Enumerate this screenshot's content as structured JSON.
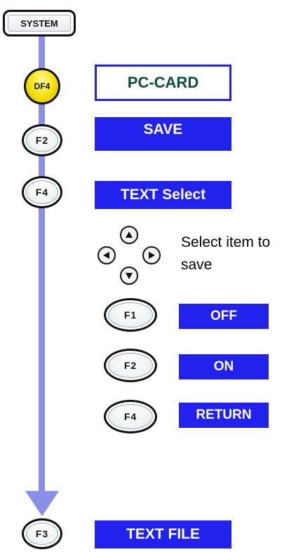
{
  "steps": {
    "system": "SYSTEM",
    "df4": "DF4",
    "f2": "F2",
    "f4": "F4",
    "f3": "F3"
  },
  "labels": {
    "pc_card": "PC-CARD",
    "save": "SAVE",
    "text_select": "TEXT Select",
    "text_file": "TEXT FILE"
  },
  "cursor_instruction": "Select item to save",
  "options": [
    {
      "key": "F1",
      "label": "OFF"
    },
    {
      "key": "F2",
      "label": "ON"
    },
    {
      "key": "F4",
      "label": "RETURN"
    }
  ],
  "colors": {
    "flow_line": "#8a8fe8",
    "label_box": "#2222ee",
    "df_key": "#f3e000"
  }
}
